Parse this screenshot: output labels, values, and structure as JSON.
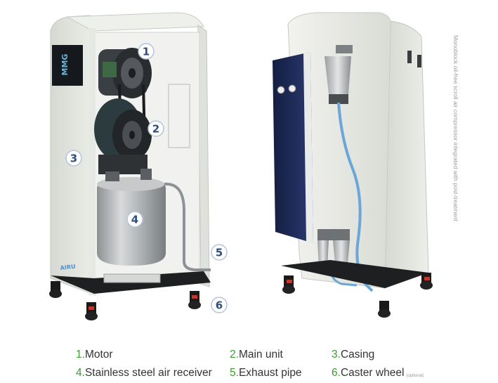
{
  "side_caption": "Monoblock oil-free scroll air compressor integrated with post-treatment",
  "brand_text": "MMG",
  "callouts": [
    "1",
    "2",
    "3",
    "4",
    "5",
    "6"
  ],
  "legend": [
    {
      "number": "1.",
      "label": "Motor"
    },
    {
      "number": "2.",
      "label": "Main unit"
    },
    {
      "number": "3.",
      "label": "Casing"
    },
    {
      "number": "4.",
      "label": "Stainless steel air receiver"
    },
    {
      "number": "5.",
      "label": "Exhaust pipe"
    },
    {
      "number": "6.",
      "label": "Caster wheel",
      "note": "(optional)"
    }
  ],
  "colors": {
    "accent_green": "#3a9b2f",
    "badge_text": "#2f4f7a",
    "casing": "#e8e9e4",
    "panel_navy": "#1c2a55"
  }
}
